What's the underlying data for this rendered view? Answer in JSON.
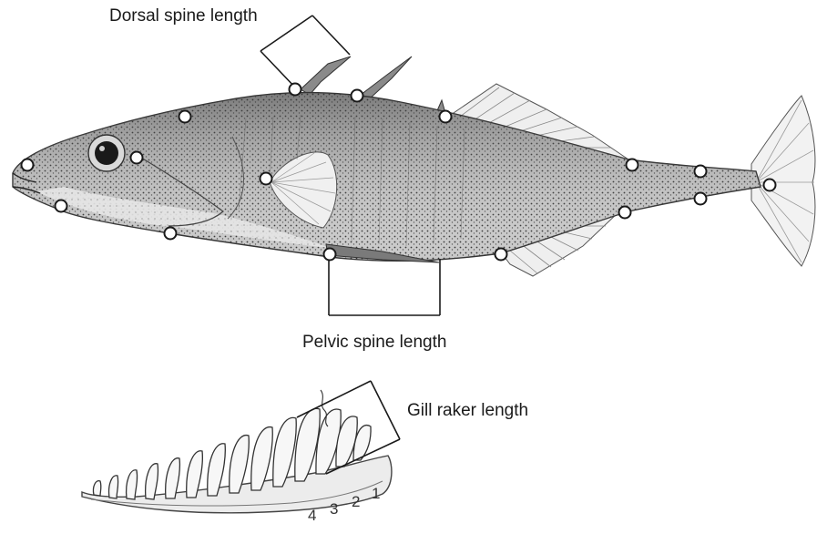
{
  "labels": {
    "dorsal_spine": "Dorsal spine length",
    "pelvic_spine": "Pelvic spine length",
    "gill_raker": "Gill raker length"
  },
  "raker_numbers": [
    "1",
    "2",
    "3",
    "4"
  ],
  "landmark_count": 16,
  "colors": {
    "ink": "#1a1a1a",
    "fish_body": "#bdbdbd",
    "fish_shadow": "#6f6f6f",
    "landmark_fill": "#ffffff"
  }
}
